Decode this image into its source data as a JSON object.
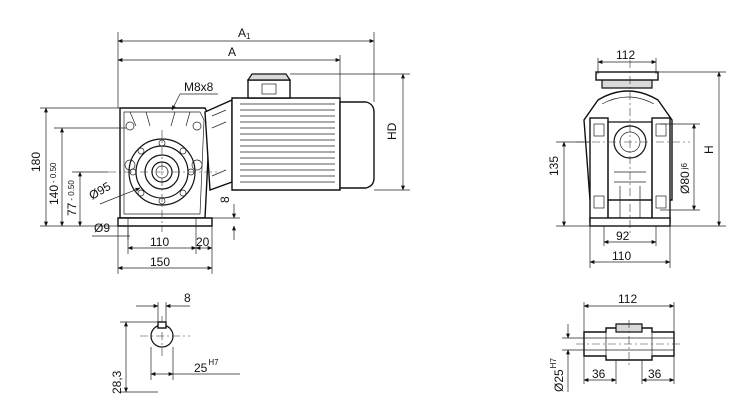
{
  "front_view": {
    "dim_a1": "A",
    "dim_a1_sub": "1",
    "dim_a": "A",
    "dim_m8x8": "M8x8",
    "dim_180": "180",
    "dim_140": "140",
    "dim_140_tol": "- 0.50",
    "dim_77": "77",
    "dim_77_tol": "- 0.50",
    "dim_95": "Ø95",
    "dim_9": "Ø9",
    "dim_110": "110",
    "dim_20": "20",
    "dim_8": "8",
    "dim_150": "150",
    "dim_hd": "HD"
  },
  "side_view": {
    "dim_112": "112",
    "dim_135": "135",
    "dim_80": "Ø80",
    "dim_80_tol": "j6",
    "dim_h": "H",
    "dim_92": "92",
    "dim_110": "110"
  },
  "keyway_view": {
    "dim_8": "8",
    "dim_28_3": "28,3",
    "dim_25": "25",
    "dim_25_tol": "H7"
  },
  "shaft_view": {
    "dim_112": "112",
    "dim_25": "Ø25",
    "dim_25_tol": "H7",
    "dim_36_left": "36",
    "dim_36_right": "36"
  }
}
